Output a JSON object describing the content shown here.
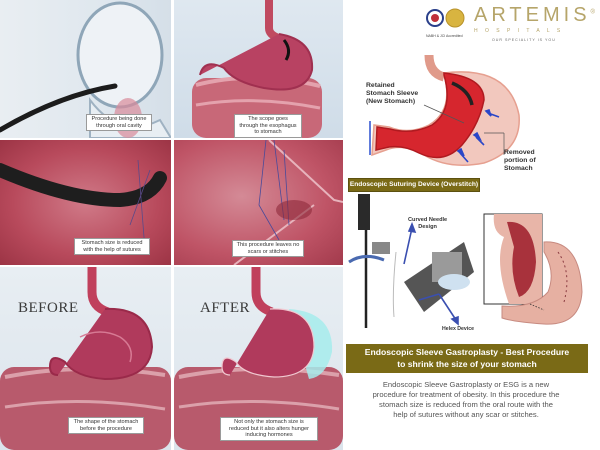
{
  "panels": [
    {
      "id": "oral-cavity",
      "caption": "Procedure being done through oral cavity"
    },
    {
      "id": "scope-esophagus",
      "caption": "The scope goes through the esophagus to stomach"
    },
    {
      "id": "sutures",
      "caption": "Stomach size is reduced with the help of sutures"
    },
    {
      "id": "no-scars",
      "caption": "This procedure leaves no scars or stitches"
    },
    {
      "id": "before",
      "heading": "BEFORE",
      "caption": "The shape of the stomach before the procedure"
    },
    {
      "id": "after",
      "heading": "AFTER",
      "caption": "Not only the stomach size is reduced but it also alters hunger inducing hormones"
    }
  ],
  "brand": {
    "name": "ARTEMIS",
    "registered": "®",
    "sub": "H O S P I T A L S",
    "tagline": "OUR SPECIALITY IS YOU",
    "accreditation": "NABH & JCI Accredited"
  },
  "diagram": {
    "retained_label_1": "Retained",
    "retained_label_2": "Stomach Sleeve",
    "retained_label_3": "(New Stomach)",
    "removed_label_1": "Removed",
    "removed_label_2": "portion of",
    "removed_label_3": "Stomach"
  },
  "device": {
    "title": "Endoscopic Suturing Device (Overstitch)",
    "curved_needle_1": "Curved Needle",
    "curved_needle_2": "Design",
    "helix": "Helex Device"
  },
  "banner": {
    "line1": "Endoscopic Sleeve Gastroplasty - Best Procedure",
    "line2": "to shrink the size of your stomach"
  },
  "description": {
    "line1": "Endoscopic Sleeve Gastroplasty or ESG is a new",
    "line2": "procedure for treatment of obesity. In this procedure the",
    "line3": "stomach size is reduced from the oral route with the",
    "line4": "help of sutures without any scar or stitches."
  },
  "colors": {
    "banner_olive": "#7a6a16",
    "arrow_blue": "#3a4fb0",
    "stomach_red": "#c2424f"
  }
}
